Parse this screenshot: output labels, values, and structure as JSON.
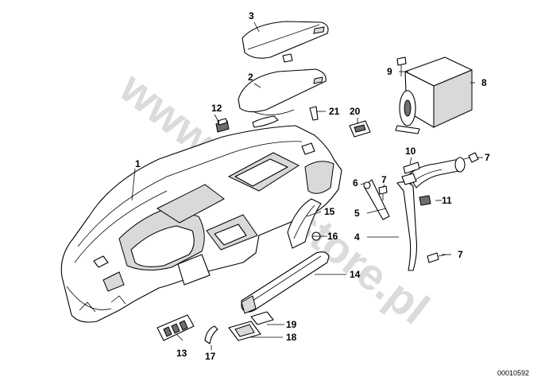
{
  "diagram": {
    "reference_number": "00010592",
    "watermark": "www.bmwstore.pl",
    "callouts": [
      {
        "id": "1",
        "label": "1"
      },
      {
        "id": "2",
        "label": "2"
      },
      {
        "id": "3",
        "label": "3"
      },
      {
        "id": "4",
        "label": "4"
      },
      {
        "id": "5",
        "label": "5"
      },
      {
        "id": "6",
        "label": "6"
      },
      {
        "id": "7a",
        "label": "7"
      },
      {
        "id": "7b",
        "label": "7"
      },
      {
        "id": "7c",
        "label": "7"
      },
      {
        "id": "8",
        "label": "8"
      },
      {
        "id": "9",
        "label": "9"
      },
      {
        "id": "10",
        "label": "10"
      },
      {
        "id": "11",
        "label": "11"
      },
      {
        "id": "12",
        "label": "12"
      },
      {
        "id": "13",
        "label": "13"
      },
      {
        "id": "14",
        "label": "14"
      },
      {
        "id": "15",
        "label": "15"
      },
      {
        "id": "16",
        "label": "16"
      },
      {
        "id": "17",
        "label": "17"
      },
      {
        "id": "18",
        "label": "18"
      },
      {
        "id": "19",
        "label": "19"
      },
      {
        "id": "20",
        "label": "20"
      },
      {
        "id": "21",
        "label": "21"
      }
    ]
  }
}
